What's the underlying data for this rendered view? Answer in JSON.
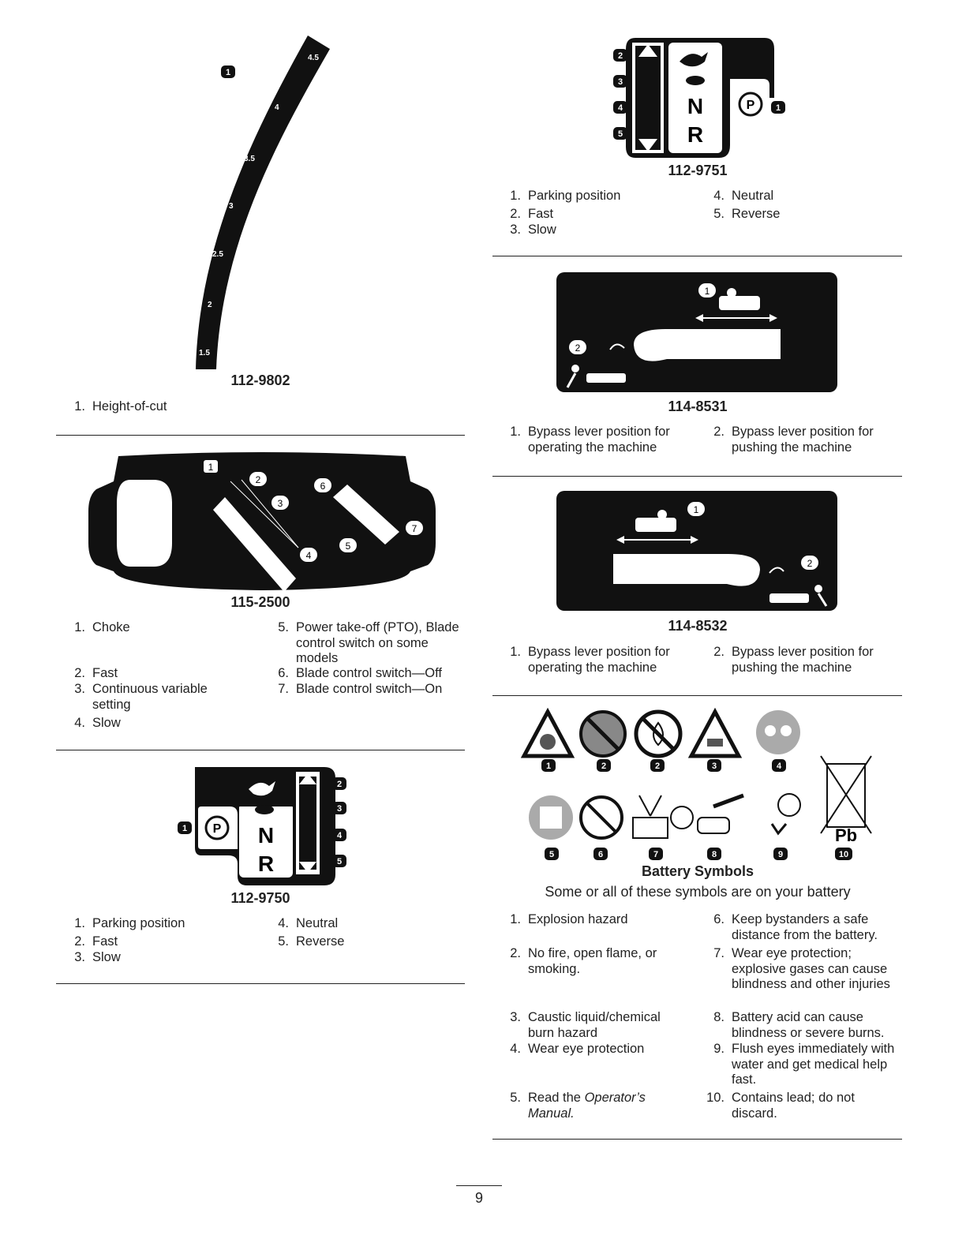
{
  "page_number": "9",
  "d112_9802": {
    "id": "112-9802",
    "marks": [
      "4.5",
      "4",
      "3.5",
      "3",
      "2.5",
      "2",
      "1.5"
    ],
    "items": [
      {
        "n": "1.",
        "t": "Height-of-cut"
      }
    ]
  },
  "d115_2500": {
    "id": "115-2500",
    "items": [
      {
        "n": "1.",
        "t": "Choke"
      },
      {
        "n": "2.",
        "t": "Fast"
      },
      {
        "n": "3.",
        "t": "Continuous variable setting"
      },
      {
        "n": "4.",
        "t": "Slow"
      },
      {
        "n": "5.",
        "t": "Power take-off (PTO), Blade control switch on some models"
      },
      {
        "n": "6.",
        "t": "Blade control switch—Off"
      },
      {
        "n": "7.",
        "t": "Blade control switch—On"
      }
    ]
  },
  "d112_9750": {
    "id": "112-9750",
    "items": [
      {
        "n": "1.",
        "t": "Parking position"
      },
      {
        "n": "2.",
        "t": "Fast"
      },
      {
        "n": "3.",
        "t": "Slow"
      },
      {
        "n": "4.",
        "t": "Neutral"
      },
      {
        "n": "5.",
        "t": "Reverse"
      }
    ]
  },
  "d112_9751": {
    "id": "112-9751",
    "items": [
      {
        "n": "1.",
        "t": "Parking position"
      },
      {
        "n": "2.",
        "t": "Fast"
      },
      {
        "n": "3.",
        "t": "Slow"
      },
      {
        "n": "4.",
        "t": "Neutral"
      },
      {
        "n": "5.",
        "t": "Reverse"
      }
    ]
  },
  "d114_8531": {
    "id": "114-8531",
    "items": [
      {
        "n": "1.",
        "t": "Bypass lever position for operating the machine"
      },
      {
        "n": "2.",
        "t": "Bypass lever position for pushing the machine"
      }
    ]
  },
  "d114_8532": {
    "id": "114-8532",
    "items": [
      {
        "n": "1.",
        "t": "Bypass lever position for operating the machine"
      },
      {
        "n": "2.",
        "t": "Bypass lever position for pushing the machine"
      }
    ]
  },
  "decal_text": {
    "neutral_letter": "N",
    "reverse_letter": "R",
    "park_letter": "P",
    "lead_symbol": "Pb"
  },
  "battery": {
    "title": "Battery Symbols",
    "subtitle": "Some or all of these symbols are on your battery",
    "items": [
      {
        "n": "1.",
        "t": "Explosion hazard"
      },
      {
        "n": "2.",
        "t": "No fire, open flame, or smoking."
      },
      {
        "n": "3.",
        "t": "Caustic liquid/chemical burn hazard"
      },
      {
        "n": "4.",
        "t": "Wear eye protection"
      },
      {
        "n": "5.",
        "t": "Read the ",
        "em": "Operator’s Manual."
      },
      {
        "n": "6.",
        "t": "Keep bystanders a safe distance from the battery."
      },
      {
        "n": "7.",
        "t": "Wear eye protection; explosive gases can cause blindness and other injuries"
      },
      {
        "n": "8.",
        "t": "Battery acid can cause blindness or severe burns."
      },
      {
        "n": "9.",
        "t": "Flush eyes immediately with water and get medical help fast."
      },
      {
        "n": "10.",
        "t": "Contains lead; do not discard."
      }
    ]
  }
}
